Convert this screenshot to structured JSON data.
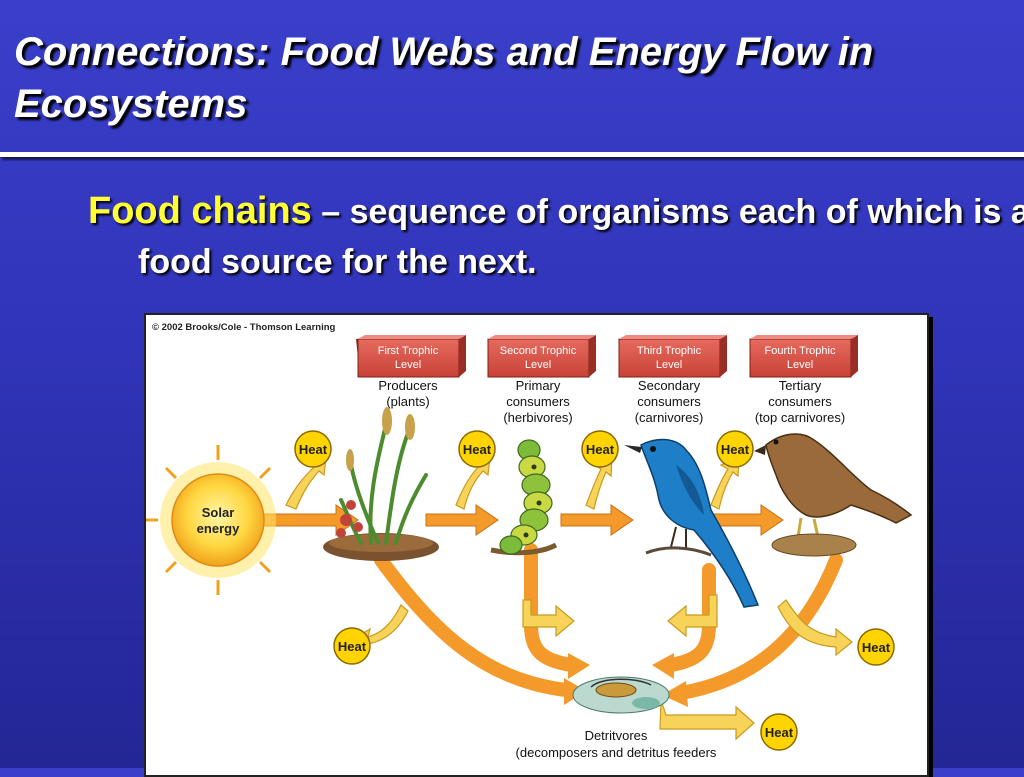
{
  "slide": {
    "title": "Connections:  Food Webs and Energy Flow in Ecosystems",
    "bullet_term": "Food chains",
    "bullet_dash": " – ",
    "bullet_text": "sequence of organisms each of which is a food source for the next."
  },
  "figure": {
    "copyright": "© 2002 Brooks/Cole - Thomson Learning",
    "levels": [
      {
        "line1": "First Trophic",
        "line2": "Level",
        "name_lines": [
          "Producers",
          "(plants)"
        ]
      },
      {
        "line1": "Second Trophic",
        "line2": "Level",
        "name_lines": [
          "Primary",
          "consumers",
          "(herbivores)"
        ]
      },
      {
        "line1": "Third Trophic",
        "line2": "Level",
        "name_lines": [
          "Secondary",
          "consumers",
          "(carnivores)"
        ]
      },
      {
        "line1": "Fourth Trophic",
        "line2": "Level",
        "name_lines": [
          "Tertiary",
          "consumers",
          "(top carnivores)"
        ]
      }
    ],
    "heat_label": "Heat",
    "solar_lines": [
      "Solar",
      "energy"
    ],
    "detritivores_lines": [
      "Detritvores",
      "(decomposers and detritus feeders"
    ],
    "colors": {
      "level_box": "#d9534a",
      "arrow": "#f39a2a",
      "heat_arrow": "#f7d35a",
      "heat_circle": "#ffd400"
    }
  }
}
